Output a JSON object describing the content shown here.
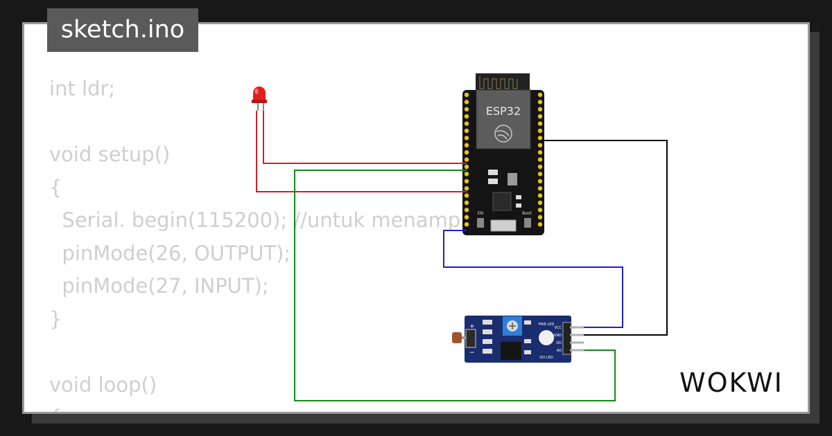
{
  "file_tab": {
    "name": "sketch.ino"
  },
  "code_lines": [
    "int ldr;",
    "",
    "void setup()",
    "{",
    "  Serial. begin(115200); //untuk menampilkan",
    "  pinMode(26, OUTPUT);",
    "  pinMode(27, INPUT);",
    "}",
    "",
    "void loop()",
    "{"
  ],
  "board": {
    "label": "ESP32",
    "buttons": [
      "EN",
      "Boot"
    ]
  },
  "sensor_module": {
    "pins": [
      "VCC",
      "GND",
      "DO",
      "AO"
    ],
    "led_labels": [
      "PWR LED",
      "DO LED"
    ]
  },
  "brand": {
    "name": "WOKWI"
  },
  "colors": {
    "red_wire": "#d81e1e",
    "green_wire": "#138a13",
    "blue_wire": "#1f1fcc",
    "black_wire": "#000000",
    "led": "#e02020"
  }
}
